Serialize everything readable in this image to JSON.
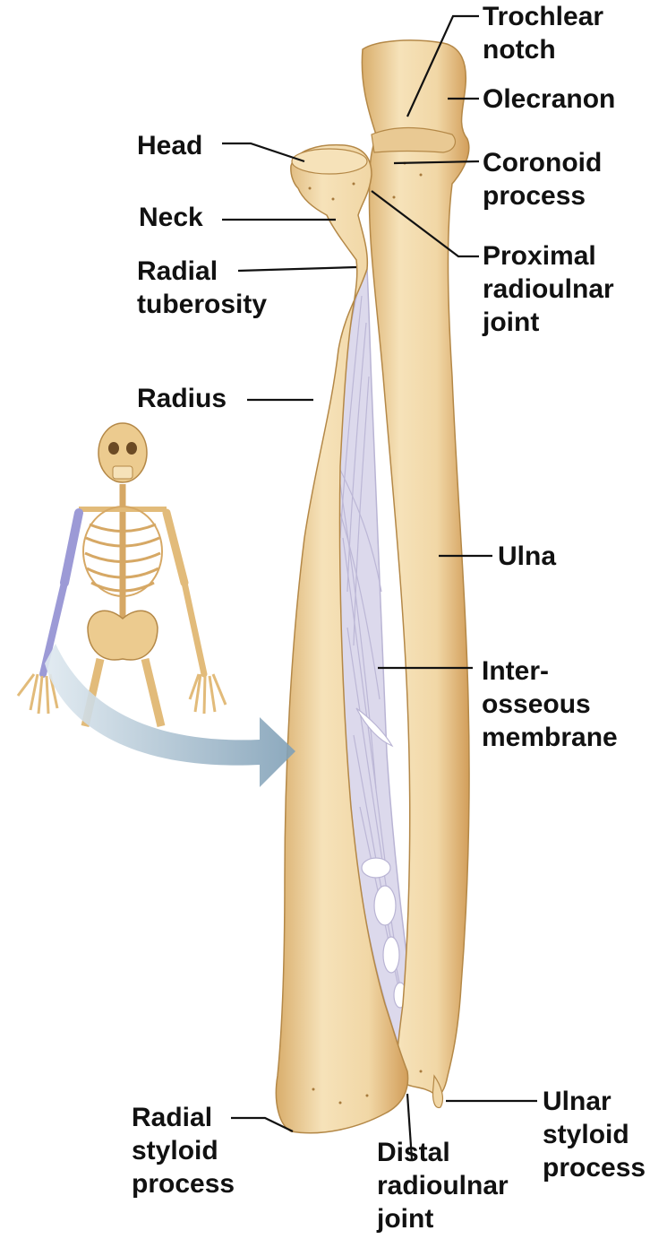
{
  "labels": {
    "trochlear_notch": "Trochlear\nnotch",
    "olecranon": "Olecranon",
    "head": "Head",
    "coronoid_process": "Coronoid\nprocess",
    "neck": "Neck",
    "radial_tuberosity": "Radial\ntuberosity",
    "proximal_radioulnar_joint": "Proximal\nradioulnar\njoint",
    "radius": "Radius",
    "ulna": "Ulna",
    "interosseous_membrane": "Inter-\nosseous\nmembrane",
    "radial_styloid_process": "Radial\nstyloid\nprocess",
    "distal_radioulnar_joint": "Distal\nradioulnar\njoint",
    "ulnar_styloid_process": "Ulnar\nstyloid\nprocess"
  },
  "colors": {
    "bone": "#f1d7a6",
    "bone_shadow": "#d9ae6c",
    "membrane": "#d9d6ea",
    "membrane_fiber": "#b9b4d4",
    "highlight_arm": "#9c9ad6",
    "arrow": "#8fb0c7",
    "leader": "#111111"
  }
}
